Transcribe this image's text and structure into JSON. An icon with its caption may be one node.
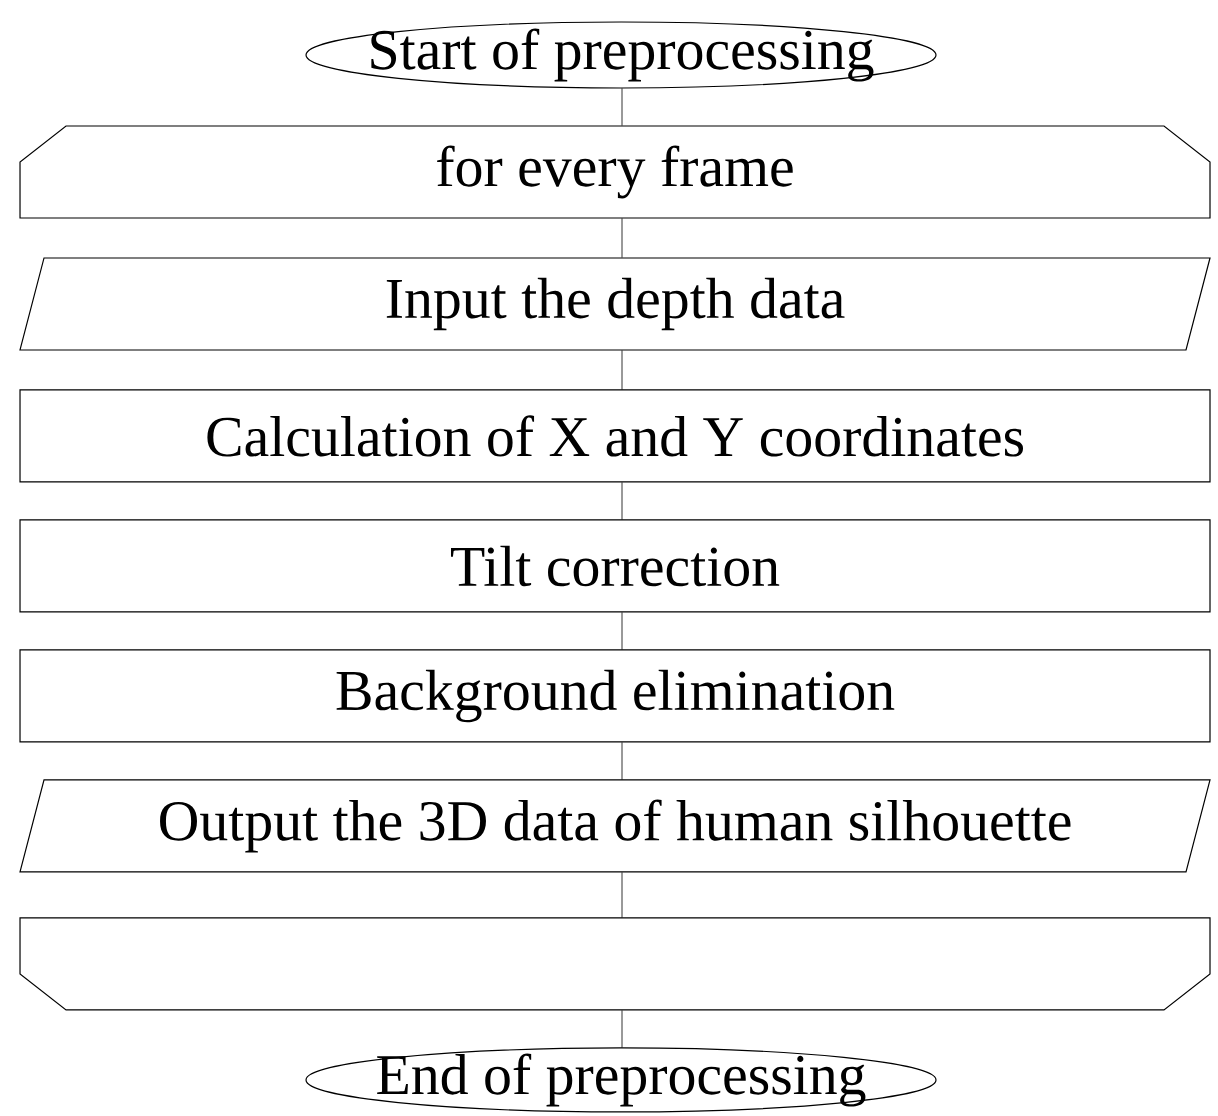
{
  "diagram": {
    "nodes": [
      {
        "text": [
          "Start of preprocessing"
        ]
      },
      {
        "text": [
          "for every frame"
        ]
      },
      {
        "text": [
          "Input the depth data"
        ]
      },
      {
        "text": [
          "Calculation of X and Y coordinates"
        ]
      },
      {
        "text": [
          "Tilt correction"
        ]
      },
      {
        "text": [
          "Background elimination"
        ]
      },
      {
        "text": [
          "Output the 3D data of human silhouette"
        ]
      },
      {
        "text": [],
        "shape": "box"
      },
      {
        "text": [
          "End of preprocessing"
        ]
      }
    ],
    "edges": [
      {
        "from": 0,
        "to": 1,
        "arrow": "none"
      },
      {
        "from": 1,
        "to": 2,
        "arrow": "none"
      },
      {
        "from": 2,
        "to": 3,
        "arrow": "none"
      },
      {
        "from": 3,
        "to": 4,
        "arrow": "none"
      },
      {
        "from": 4,
        "to": 5,
        "arrow": "none"
      },
      {
        "from": 5,
        "to": 6,
        "arrow": "none"
      },
      {
        "from": 6,
        "to": 7,
        "arrow": "none"
      },
      {
        "from": 7,
        "to": 8,
        "arrow": "none"
      }
    ]
  }
}
